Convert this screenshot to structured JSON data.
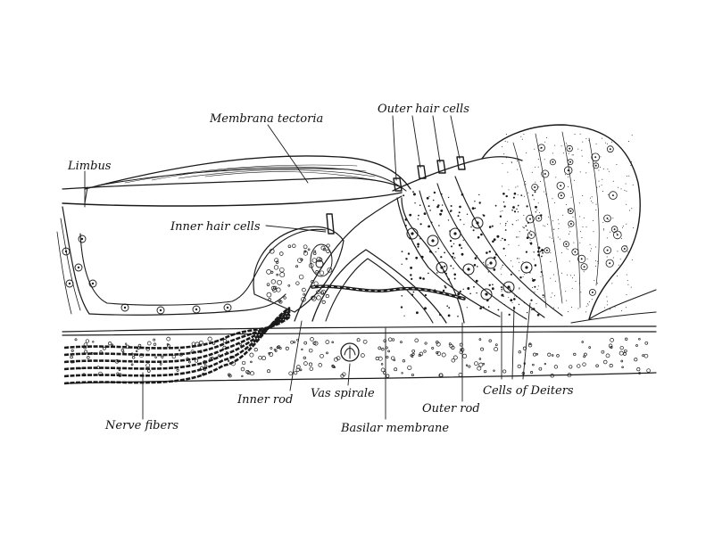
{
  "labels": {
    "membrana_tectoria": "Membrana tectoria",
    "outer_hair_cells": "Outer hair cells",
    "limbus": "Limbus",
    "inner_hair_cells": "Inner hair cells",
    "inner_rod": "Inner rod",
    "vas_spirale": "Vas spirale",
    "outer_rod": "Outer rod",
    "cells_of_deiters": "Cells of Deiters",
    "nerve_fibers": "Nerve fibers",
    "basilar_membrane": "Basilar membrane"
  },
  "colors": {
    "ink": "#1a1a1a",
    "paper": "#ffffff"
  }
}
